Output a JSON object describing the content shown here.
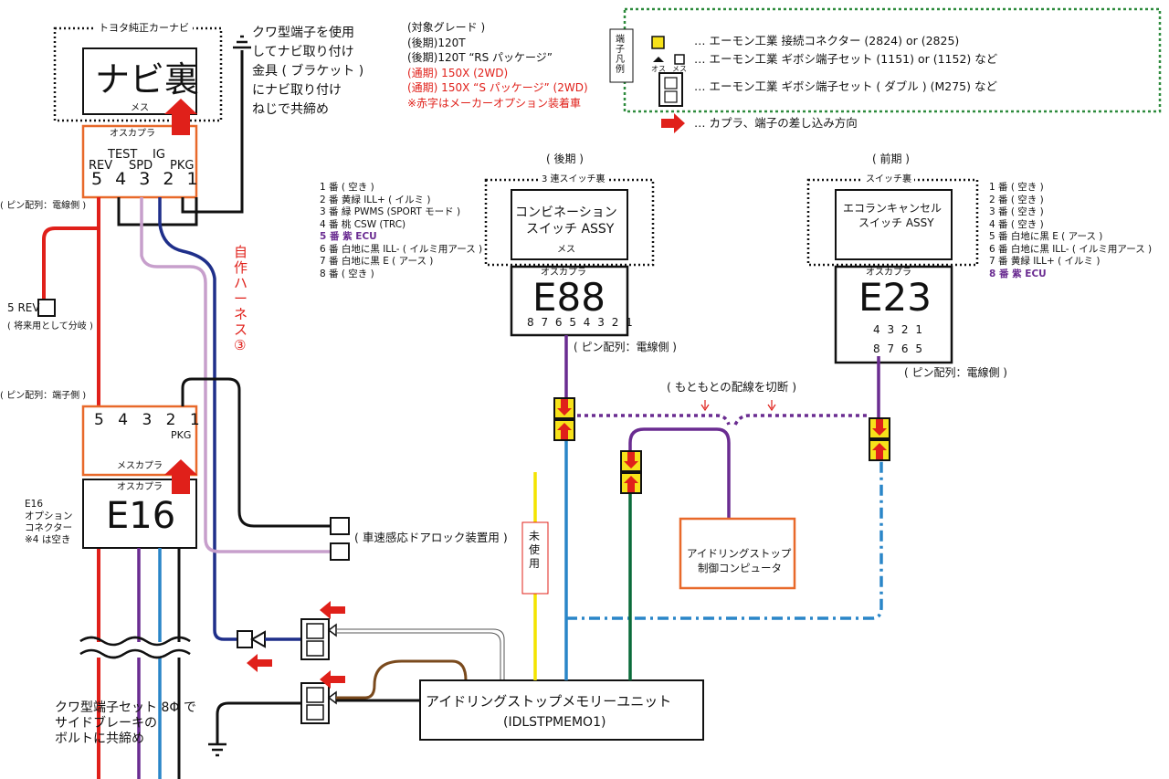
{
  "nav": {
    "title": "トヨタ純正カーナビ",
    "back_label": "ナビ裏",
    "mesu": "メス",
    "oscapra": "オスカプラ",
    "pin_labels": [
      "REV",
      "TEST",
      "SPD",
      "IG",
      "PKG"
    ],
    "pin_numbers": "5 4 3 2 1",
    "pin_array_wire_side": "( ピン配列：電線側 )"
  },
  "kuwa_note": [
    "クワ型端子を使用",
    "してナビ取り付け",
    "金具 ( ブラケット )",
    "にナビ取り付け",
    "ねじで共締め"
  ],
  "grade": {
    "title": "(対象グレード )",
    "items": [
      {
        "text": "(後期)120T",
        "color": "#111111"
      },
      {
        "text": "(後期)120T “RS パッケージ”",
        "color": "#111111"
      },
      {
        "text": "(通期) 150X (2WD)",
        "color": "#e0201a"
      },
      {
        "text": "(通期) 150X “S パッケージ” (2WD)",
        "color": "#e0201a"
      },
      {
        "text": "※赤字はメーカーオプション装着車",
        "color": "#e0201a"
      }
    ]
  },
  "legend": {
    "side_label": "端子凡例",
    "osu": "オス",
    "mesu": "メス",
    "items": [
      "… エーモン工業 接続コネクター (2824) or (2825)",
      "… エーモン工業 ギボシ端子セット (1151) or (1152) など",
      "… エーモン工業 ギボシ端子セット ( ダブル ) (M275) など"
    ],
    "arrow_text": "… カプラ、端子の差し込み方向"
  },
  "rev_branch": {
    "label": "5 REV",
    "note": "( 将来用として分岐 )"
  },
  "harness_label": "自作ハーネス③",
  "e16_side": {
    "pin_array_terminal_side": "( ピン配列：端子側 )",
    "pin_numbers": "5 4 3 2 1",
    "pkg": "PKG",
    "mesu_capra": "メスカプラ",
    "oscapra": "オスカプラ",
    "code": "E16",
    "note": [
      "E16",
      "オプション",
      "コネクター",
      "※4 は空き"
    ]
  },
  "door_lock_label": "( 車速感応ドアロック装置用 )",
  "unused_label": "未使用",
  "e88": {
    "period": "( 後期 )",
    "switch_back": "3 連スイッチ裏",
    "switch_name": [
      "コンビネーション",
      "スイッチ ASSY"
    ],
    "mesu": "メス",
    "oscapra": "オスカプラ",
    "code": "E88",
    "pins": "8 7 6 5 4 3 2 1",
    "pin_array": "( ピン配列：電線側 )",
    "pin_list": [
      {
        "text": "1 番 ( 空き )",
        "highlight": false
      },
      {
        "text": "2 番 黄緑 ILL+ ( イルミ )",
        "highlight": false
      },
      {
        "text": "3 番 緑 PWMS (SPORT モード )",
        "highlight": false
      },
      {
        "text": "4 番 桃 CSW (TRC)",
        "highlight": false
      },
      {
        "text": "5 番 紫 ECU",
        "highlight": true
      },
      {
        "text": "6 番 白地に黒 ILL- ( イルミ用アース )",
        "highlight": false
      },
      {
        "text": "7 番 白地に黒 E ( アース )",
        "highlight": false
      },
      {
        "text": "8 番 ( 空き )",
        "highlight": false
      }
    ]
  },
  "e23": {
    "period": "( 前期 )",
    "switch_back": "スイッチ裏",
    "switch_name": [
      "エコランキャンセル",
      "スイッチ ASSY"
    ],
    "oscapra": "オスカプラ",
    "code": "E23",
    "pins_top": "4 3 2 1",
    "pins_bottom": "8 7 6 5",
    "pin_array": "( ピン配列：電線側 )",
    "pin_list": [
      {
        "text": "1 番 ( 空き )",
        "highlight": false
      },
      {
        "text": "2 番 ( 空き )",
        "highlight": false
      },
      {
        "text": "3 番 ( 空き )",
        "highlight": false
      },
      {
        "text": "4 番 ( 空き )",
        "highlight": false
      },
      {
        "text": "5 番 白地に黒 E ( アース )",
        "highlight": false
      },
      {
        "text": "6 番 白地に黒 ILL- ( イルミ用アース )",
        "highlight": false
      },
      {
        "text": "7 番 黄緑 ILL+ ( イルミ )",
        "highlight": false
      },
      {
        "text": "8 番 紫 ECU",
        "highlight": true
      }
    ]
  },
  "cut_label": "( もともとの配線を切断 )",
  "idle_computer": [
    "アイドリングストップ",
    "制御コンピュータ"
  ],
  "memory_unit": [
    "アイドリングストップメモリーユニット",
    "(IDLSTPMEMO1)"
  ],
  "kuwa_bottom": [
    "クワ型端子セット 8Φ で",
    "サイドブレーキの",
    "ボルトに共締め"
  ],
  "colors": {
    "red_wire": "#e0201a",
    "navy_wire": "#1f2f8a",
    "lavender_wire": "#c79fcc",
    "blue_wire": "#2a86c8",
    "purple_wire": "#6a2c91",
    "green_wire": "#0a6b3a",
    "brown_wire": "#7a4a1d",
    "yellow_wire": "#f4e400",
    "orange_box": "#e8692a",
    "legend_border": "#2e8b3d",
    "connector_yellow": "#f7e21a"
  }
}
